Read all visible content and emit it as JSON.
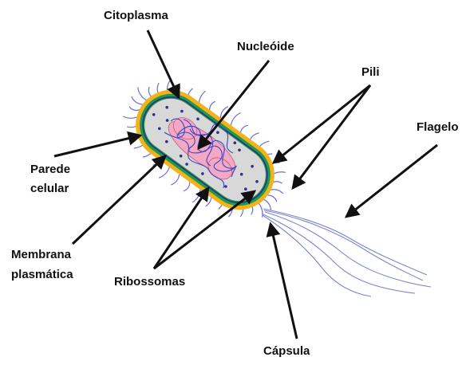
{
  "labels": {
    "citoplasma": "Citoplasma",
    "nucleoide": "Nucleóide",
    "pili": "Pili",
    "flagelo": "Flagelo",
    "parede_line1": "Parede",
    "parede_line2": "celular",
    "membrana_line1": "Membrana",
    "membrana_line2": "plasmática",
    "ribossomas": "Ribossomas",
    "capsula": "Cápsula"
  },
  "colors": {
    "capsule": "#f2b21e",
    "cell_wall": "#1e9a4a",
    "membrane": "#2f2f8c",
    "cytoplasm": "#d8d8d8",
    "nucleoid_fill": "#f3a9c4",
    "nucleoid_strand": "#3b46c8",
    "pili": "#6a6fd8",
    "flagellum": "#7a86c8",
    "arrow": "#111111"
  }
}
